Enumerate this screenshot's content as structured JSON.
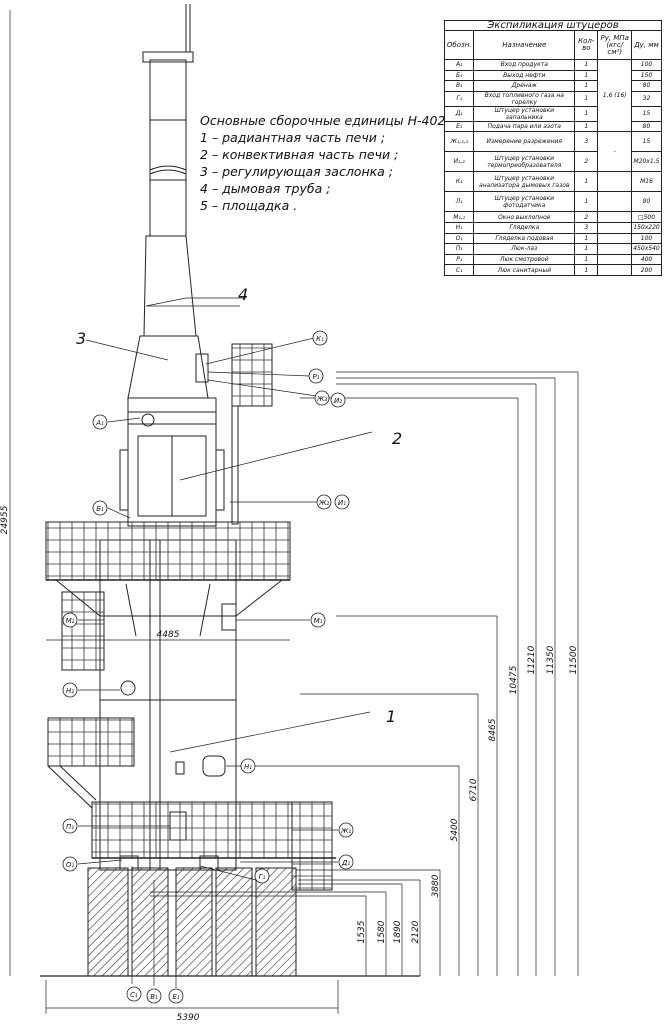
{
  "legend": {
    "title": "Основные сборочные единицы Н-402",
    "items": [
      "1 – радиантная часть печи ;",
      "2 – конвективная часть печи ;",
      "3 – регулирующая заслонка ;",
      "4 – дымовая труба ;",
      "5 – площадка ."
    ]
  },
  "table": {
    "caption": "Экспиликация штуцеров",
    "headers": [
      "Обозн.",
      "Назначение",
      "Кол-во",
      "Ру, МПа (кгс/см²)",
      "Ду, мм"
    ],
    "pressure_merged": "1,6 (16)",
    "pressure_dash": "-",
    "rows": [
      {
        "code": "А₁",
        "name": "Вход продукта",
        "qty": "1",
        "du": "100"
      },
      {
        "code": "Б₁",
        "name": "Выход нефти",
        "qty": "1",
        "du": "150"
      },
      {
        "code": "В₁",
        "name": "Дренаж",
        "qty": "1",
        "du": "80"
      },
      {
        "code": "Г₁",
        "name": "Вход топливного газа на горелку",
        "qty": "1",
        "du": "32"
      },
      {
        "code": "Д₁",
        "name": "Штуцер установки запальника",
        "qty": "1",
        "du": "15"
      },
      {
        "code": "Е₁",
        "name": "Подача пара или азота",
        "qty": "1",
        "du": "80"
      },
      {
        "code": "Ж₁,₂,₃",
        "name": "Измерение разрежения",
        "qty": "3",
        "du": "15"
      },
      {
        "code": "И₁,₂",
        "name": "Штуцер установки термопреобразователя",
        "qty": "2",
        "du": "М20х1,5"
      },
      {
        "code": "К₁",
        "name": "Штуцер установки анализатора дымовых газов",
        "qty": "1",
        "du": "М16"
      },
      {
        "code": "Л₁",
        "name": "Штуцер установки фотодатчика",
        "qty": "1",
        "du": "80"
      },
      {
        "code": "М₁,₂",
        "name": "Окно выхлопное",
        "qty": "2",
        "du": "□500"
      },
      {
        "code": "Н₁",
        "name": "Гляделка",
        "qty": "3",
        "du": "150х220"
      },
      {
        "code": "О₁",
        "name": "Гляделка подовая",
        "qty": "1",
        "du": "100"
      },
      {
        "code": "П₁",
        "name": "Люк-лаз",
        "qty": "1",
        "du": "450х540"
      },
      {
        "code": "Р₁",
        "name": "Люк смотровой",
        "qty": "1",
        "du": "400"
      },
      {
        "code": "С₁",
        "name": "Люк санитарный",
        "qty": "1",
        "du": "200"
      }
    ]
  },
  "dimensions": {
    "total_height": "24955",
    "heights": [
      "11500",
      "11350",
      "11210",
      "10475",
      "8465",
      "6710",
      "5400",
      "3880",
      "2120",
      "1890",
      "1580",
      "1535"
    ],
    "platform_width": "4485",
    "base_width": "5390"
  },
  "part_labels": [
    "1",
    "2",
    "3",
    "4"
  ],
  "callouts": {
    "K1": "К₁",
    "P1": "Р₁",
    "Zh3": "Ж₃",
    "I2": "И₂",
    "A1": "А₁",
    "B1": "Б₁",
    "Zh2": "Ж₂",
    "I1": "И₁",
    "M2": "М₂",
    "M1": "М₁",
    "N2": "Н₂",
    "N1": "Н₁",
    "P1b": "П₁",
    "Zh1": "Ж₁",
    "O1": "О₁",
    "D1": "Д₁",
    "G1": "Г₁",
    "C1": "С₁",
    "V1": "В₁",
    "E1": "Е₁"
  }
}
